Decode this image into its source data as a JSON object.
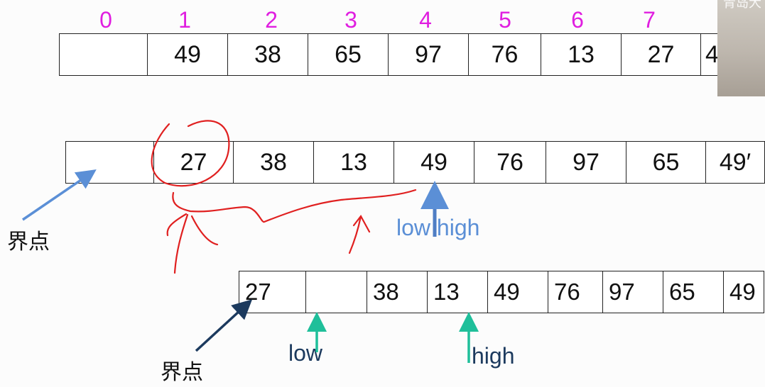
{
  "indices": [
    "0",
    "1",
    "2",
    "3",
    "4",
    "5",
    "6",
    "7"
  ],
  "row1": [
    "",
    "49",
    "38",
    "65",
    "97",
    "76",
    "13",
    "27",
    "4"
  ],
  "row2": [
    "",
    "27",
    "38",
    "13",
    "49",
    "76",
    "97",
    "65",
    "49′"
  ],
  "row3": [
    "27",
    "",
    "38",
    "13",
    "49",
    "76",
    "97",
    "65",
    "49"
  ],
  "labels": {
    "boundary_1": "界点",
    "boundary_2": "界点",
    "low_high": "low high",
    "low": "low",
    "high": "high"
  },
  "presenter_caption": "青岛大",
  "colors": {
    "index": "#e01ee0",
    "annotation_red": "#e02020",
    "arrow_blue": "#5b8fd6",
    "arrow_navy": "#1c3a5e",
    "arrow_teal": "#1fbf9a"
  }
}
